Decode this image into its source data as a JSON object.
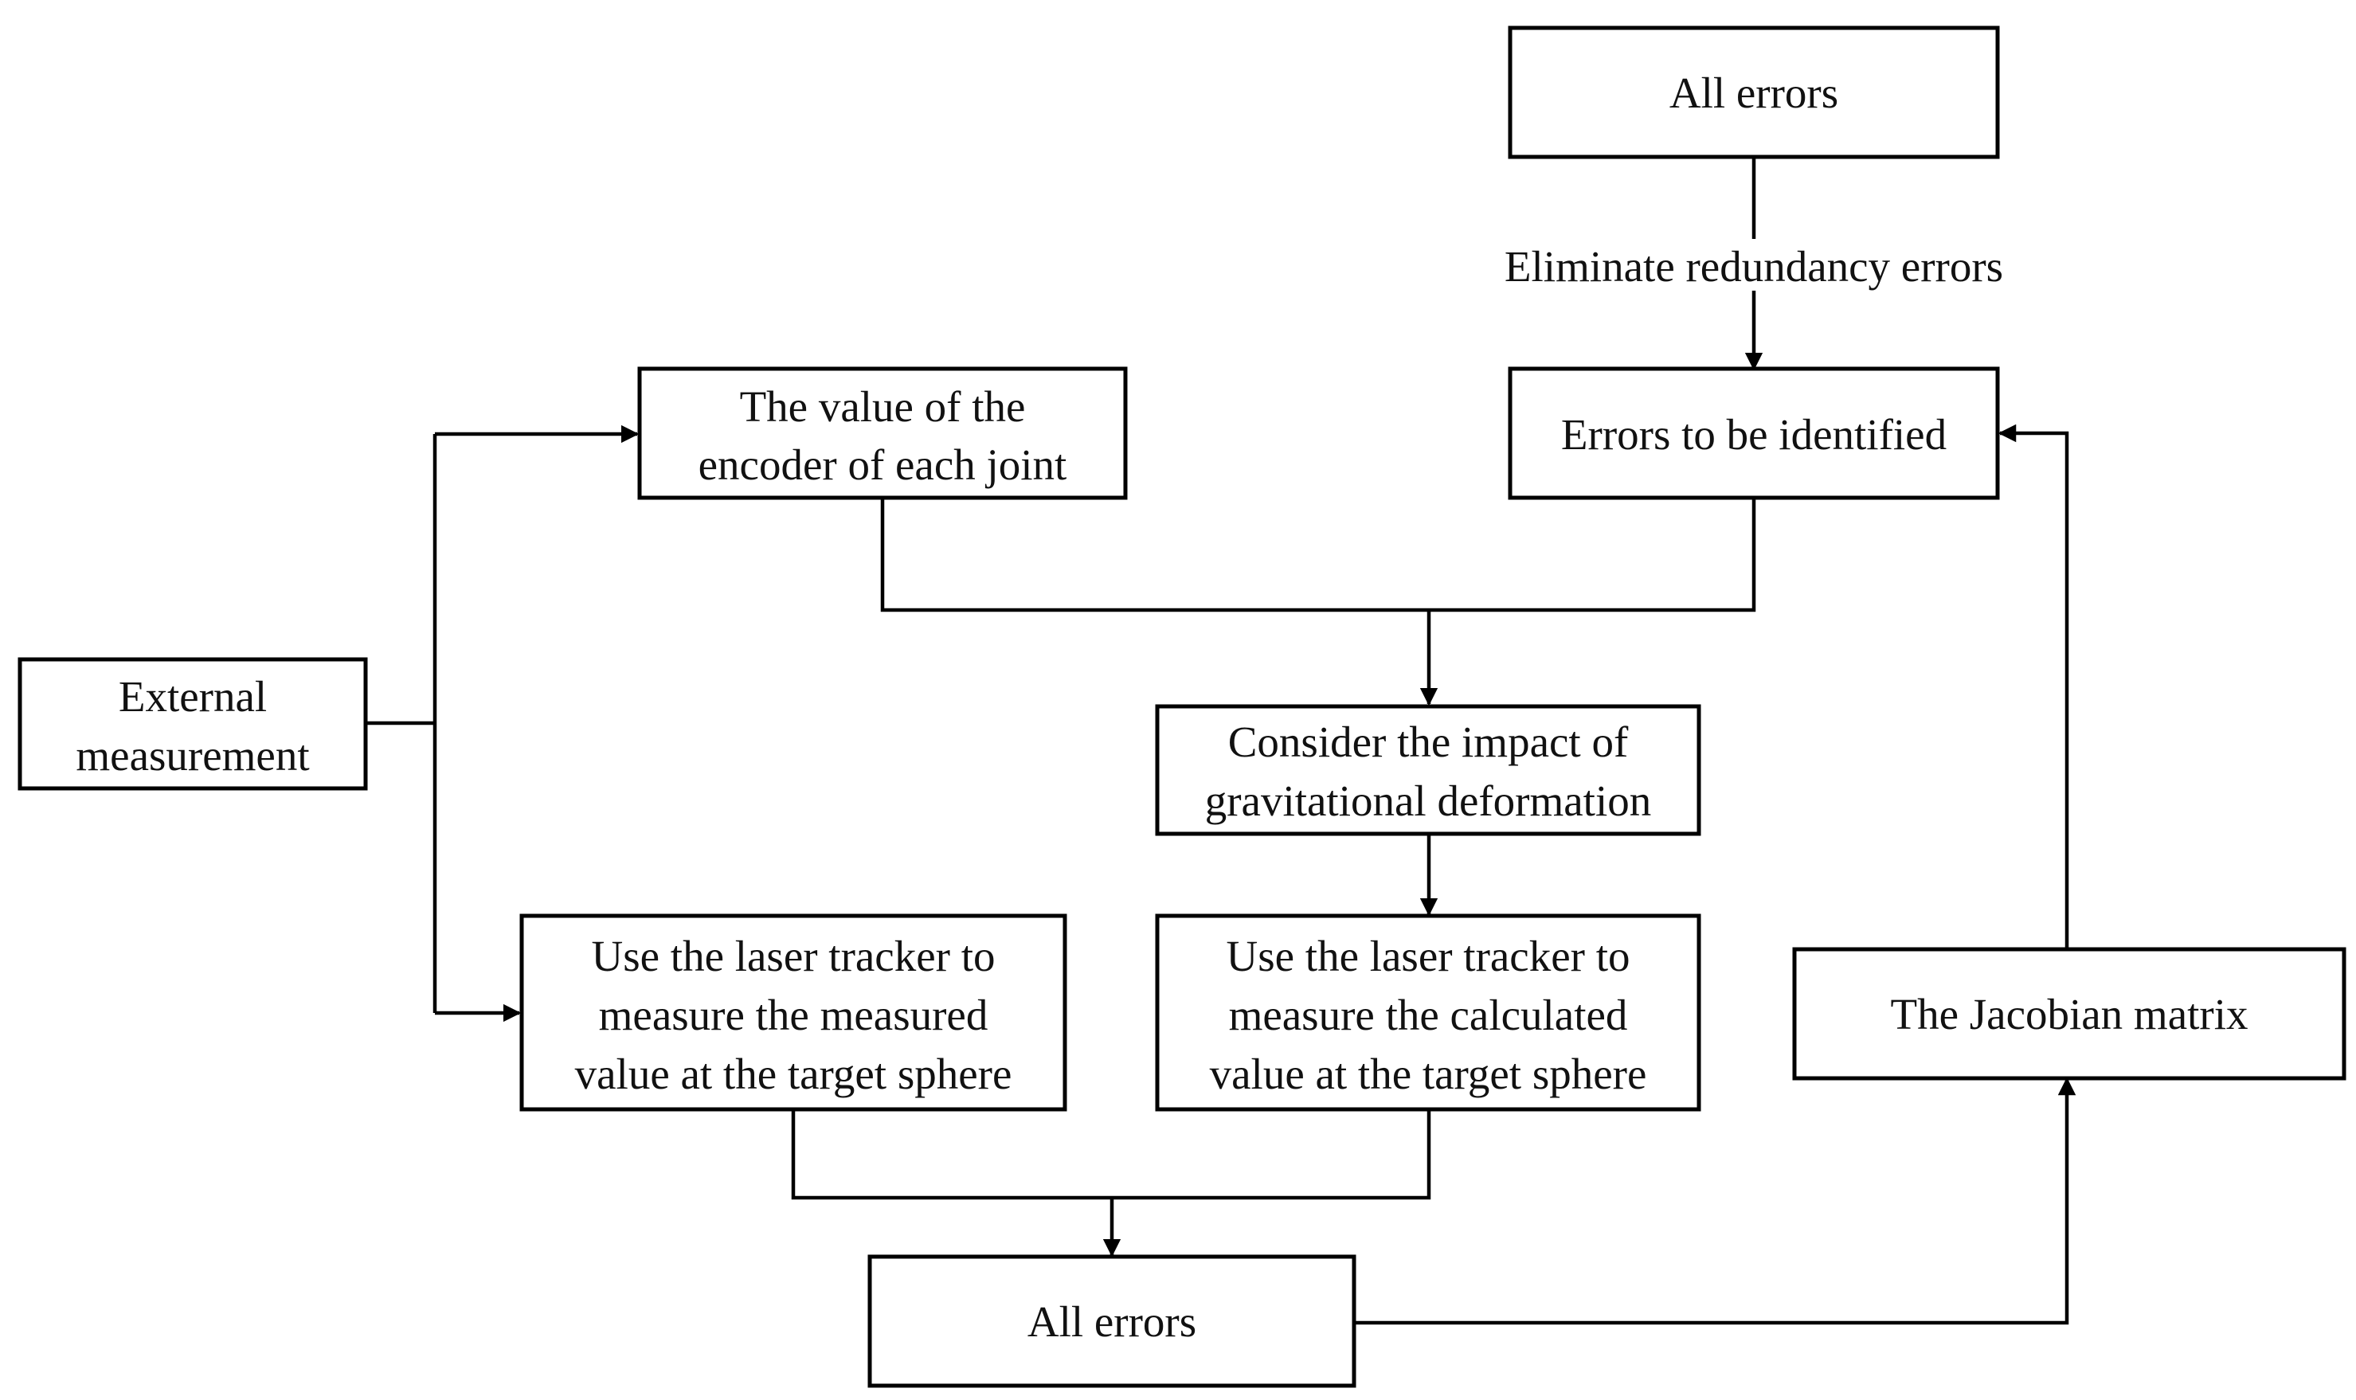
{
  "diagram": {
    "nodes": {
      "all_errors_top": {
        "lines": [
          "All errors"
        ]
      },
      "eliminate_label": {
        "lines": [
          "Eliminate redundancy errors"
        ]
      },
      "errors_identified": {
        "lines": [
          "Errors to be identified"
        ]
      },
      "encoder_value": {
        "lines": [
          "The value of the",
          "encoder of each joint"
        ]
      },
      "external_measurement": {
        "lines": [
          "External",
          "measurement"
        ]
      },
      "gravitational": {
        "lines": [
          "Consider the impact of",
          "gravitational deformation"
        ]
      },
      "measured_value": {
        "lines": [
          "Use the laser tracker to",
          "measure the measured",
          "value at the target sphere"
        ]
      },
      "calculated_value": {
        "lines": [
          "Use the laser tracker to",
          "measure the calculated",
          "value at the target sphere"
        ]
      },
      "jacobian": {
        "lines": [
          "The Jacobian matrix"
        ]
      },
      "all_errors_bottom": {
        "lines": [
          "All errors"
        ]
      }
    }
  }
}
